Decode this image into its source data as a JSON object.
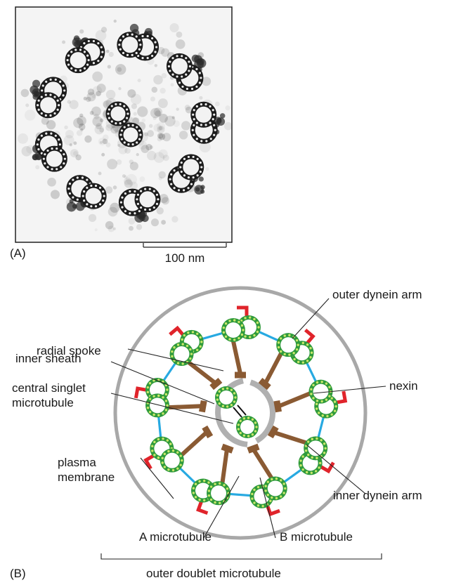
{
  "panel_a": {
    "panel_label": "(A)",
    "scale_bar_label": "100 nm"
  },
  "panel_b": {
    "panel_label": "(B)",
    "labels": {
      "outer_dynein_arm": "outer dynein arm",
      "radial_spoke": "radial spoke",
      "inner_sheath": "inner sheath",
      "nexin": "nexin",
      "central_singlet_line1": "central singlet",
      "central_singlet_line2": "microtubule",
      "plasma_line1": "plasma",
      "plasma_line2": "membrane",
      "inner_dynein_arm": "inner dynein arm",
      "a_microtubule": "A microtubule",
      "b_microtubule": "B microtubule",
      "outer_doublet": "outer doublet microtubule"
    },
    "outer_doublet_count": 9,
    "colors": {
      "membrane": "#a8a8a8",
      "microtubule_fill": "#2f9a3c",
      "microtubule_dots": "#c9e86a",
      "nexin": "#27a9e1",
      "dynein_arm": "#e0242b",
      "radial_spoke": "#8a5a33",
      "inner_sheath": "#b0b0b0"
    }
  }
}
